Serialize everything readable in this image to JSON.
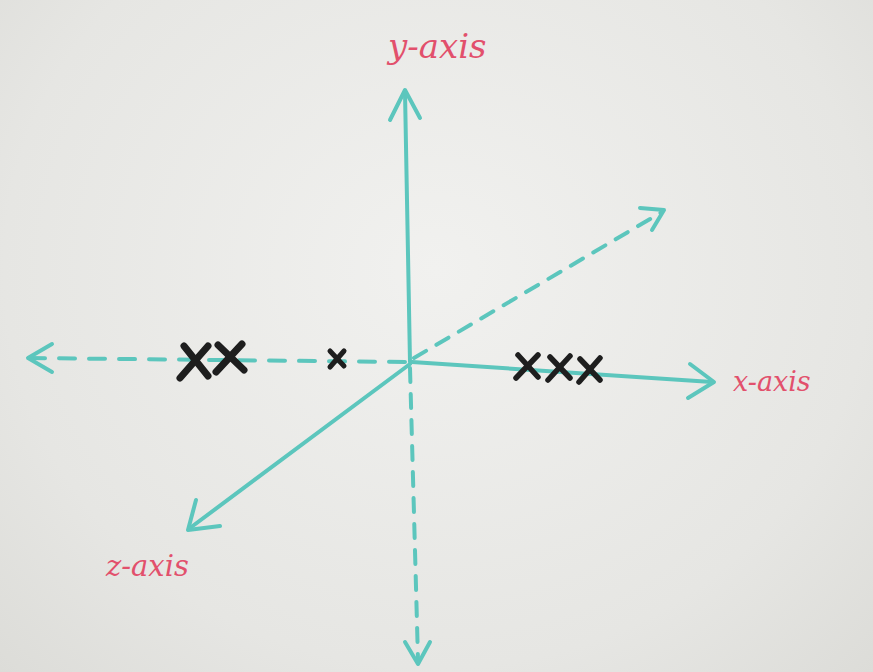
{
  "diagram": {
    "labels": [
      "y-axis",
      "x-axis",
      "z-axis"
    ]
  }
}
